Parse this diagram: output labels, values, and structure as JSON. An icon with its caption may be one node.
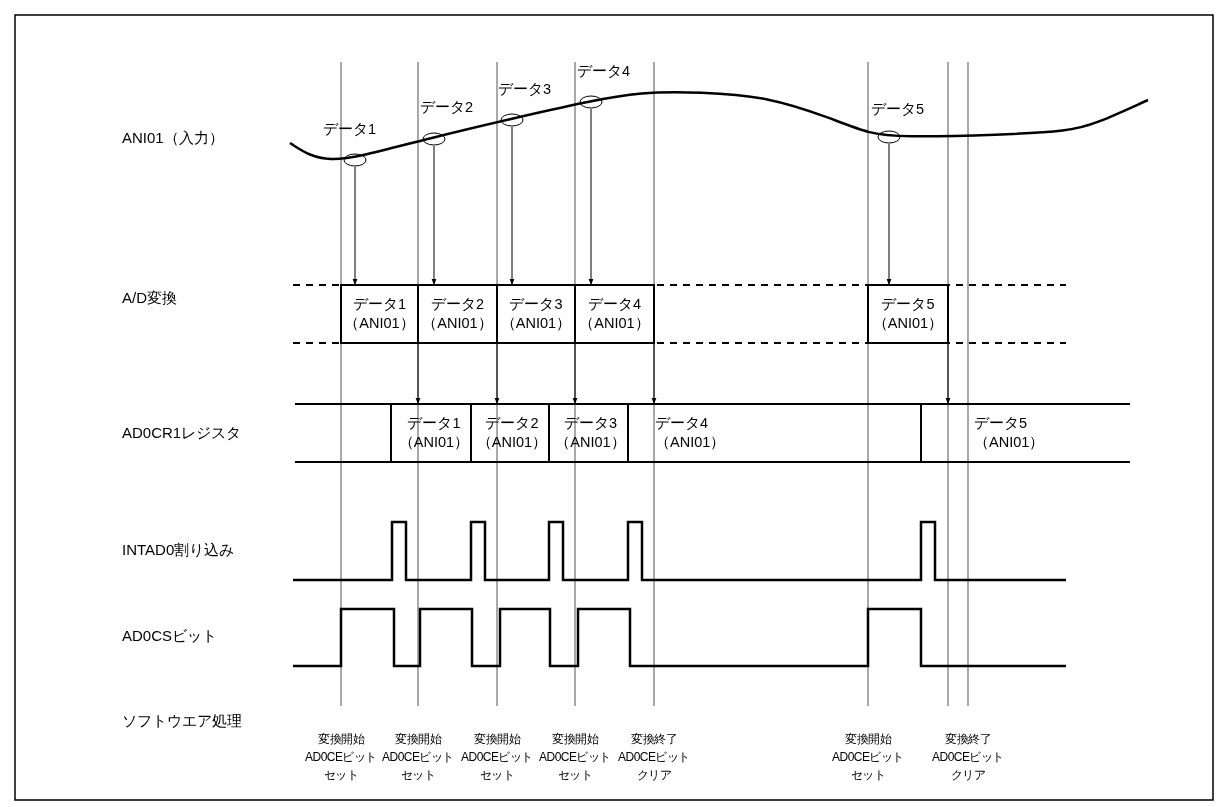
{
  "diagram": {
    "nodes": [
      {
        "text": [],
        "shape": "ellipse",
        "beside": [
          "データ1"
        ]
      },
      {
        "text": [],
        "shape": "ellipse",
        "beside": [
          "データ2"
        ]
      },
      {
        "text": [],
        "shape": "ellipse",
        "beside": [
          "データ3"
        ]
      },
      {
        "text": [],
        "shape": "ellipse",
        "beside": [
          "データ4"
        ]
      },
      {
        "text": [],
        "shape": "ellipse",
        "beside": [
          "データ5"
        ]
      },
      {
        "text": [
          "データ1",
          "（ANI01）"
        ]
      },
      {
        "text": [
          "データ2",
          "（ANI01）"
        ]
      },
      {
        "text": [
          "データ3",
          "（ANI01）"
        ]
      },
      {
        "text": [
          "データ4",
          "（ANI01）"
        ]
      },
      {
        "text": [
          "データ5",
          "（ANI01）"
        ]
      },
      {
        "text": [],
        "shape": "box"
      },
      {
        "text": [
          "データ1",
          "（ANI01）"
        ]
      },
      {
        "text": [
          "データ2",
          "（ANI01）"
        ]
      },
      {
        "text": [
          "データ3",
          "（ANI01）"
        ]
      },
      {
        "text": [
          "データ4",
          "（ANI01）"
        ]
      },
      {
        "text": [
          "データ5",
          "（ANI01）"
        ]
      }
    ],
    "edges": [
      {
        "from": 0,
        "to": 5,
        "arrow": "to"
      },
      {
        "from": 1,
        "to": 6,
        "arrow": "to"
      },
      {
        "from": 2,
        "to": 7,
        "arrow": "to"
      },
      {
        "from": 3,
        "to": 8,
        "arrow": "to"
      },
      {
        "from": 4,
        "to": 9,
        "arrow": "to"
      },
      {
        "from": 5,
        "to": 11,
        "arrow": "to"
      },
      {
        "from": 6,
        "to": 12,
        "arrow": "to"
      },
      {
        "from": 7,
        "to": 13,
        "arrow": "to"
      },
      {
        "from": 8,
        "to": 14,
        "arrow": "to"
      },
      {
        "from": 9,
        "to": 15,
        "arrow": "to"
      }
    ],
    "labels": [
      "ANI01（入力）",
      "A/D変換",
      "AD0CR1レジスタ",
      "INTAD0割り込み",
      "AD0CSビット",
      "ソフトウエア処理",
      "変換開始AD0CEビットセット",
      "変換開始AD0CEビットセット",
      "変換開始AD0CEビットセット",
      "変換開始AD0CEビットセット",
      "変換終了AD0CEビットクリア",
      "変換開始AD0CEビットセット",
      "変換終了AD0CEビットクリア"
    ]
  }
}
